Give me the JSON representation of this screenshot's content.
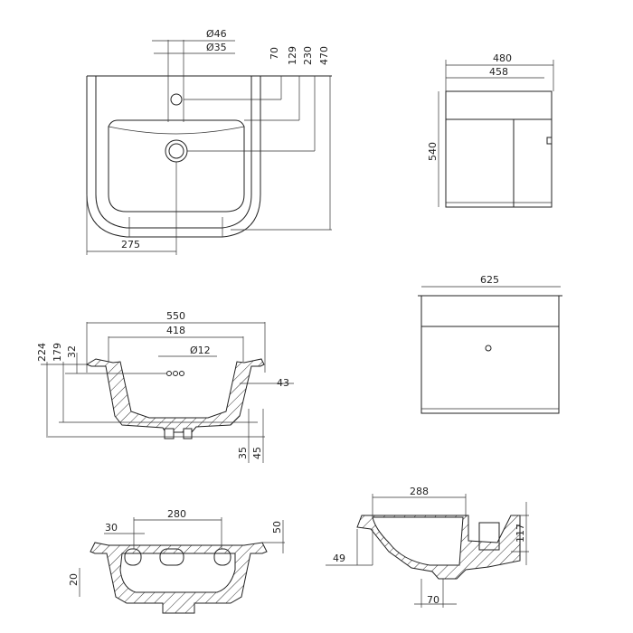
{
  "top_view": {
    "dia_outer": "Ø46",
    "dia_inner": "Ø35",
    "dim_70": "70",
    "dim_129": "129",
    "dim_230": "230",
    "dim_470": "470",
    "dim_275": "275"
  },
  "cabinet_side": {
    "width_outer": "480",
    "width_inner": "458",
    "height": "540"
  },
  "cabinet_front": {
    "width": "625"
  },
  "section_view": {
    "width_outer": "550",
    "width_inner": "418",
    "hole_dia": "Ø12",
    "height_224": "224",
    "height_179": "179",
    "height_32": "32",
    "wall_43": "43",
    "dim_35": "35",
    "dim_45": "45"
  },
  "bottom_view": {
    "dim_30": "30",
    "dim_280": "280",
    "dim_50": "50",
    "dim_20": "20"
  },
  "side_section": {
    "dim_288": "288",
    "dim_117": "117",
    "dim_49": "49",
    "dim_70": "70"
  }
}
